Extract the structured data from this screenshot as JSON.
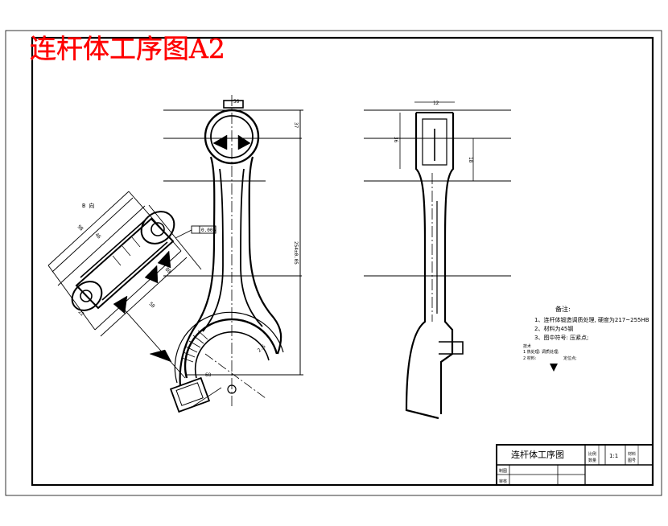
{
  "sheet_title": "连杆体工序图A2",
  "colors": {
    "title_red": "#ff0000",
    "line": "#000000",
    "paper": "#ffffff"
  },
  "title_block": {
    "drawing_name": "连杆体工序图",
    "scale": "1:1",
    "small_cells": [
      "比例",
      "数量",
      "材料",
      "图号",
      "制图",
      "审核"
    ]
  },
  "notes": {
    "heading": "备注:",
    "items": [
      "1、连杆体锻造调质处理, 硬度为217~255HB",
      "2、材料为45钢",
      "3、图中符号: 压紧点;"
    ],
    "legend": [
      "技术",
      "1 热处理: 调质处理;",
      "2 材料:",
      "定位点;"
    ]
  },
  "dimensions": {
    "view_label": "B 向",
    "tolerance_frame": "0.005",
    "texts": [
      "37",
      "56",
      "254±0.05",
      "36",
      "18",
      "98",
      "46",
      "50",
      "80",
      "22",
      "68",
      "12",
      "2.5"
    ]
  }
}
